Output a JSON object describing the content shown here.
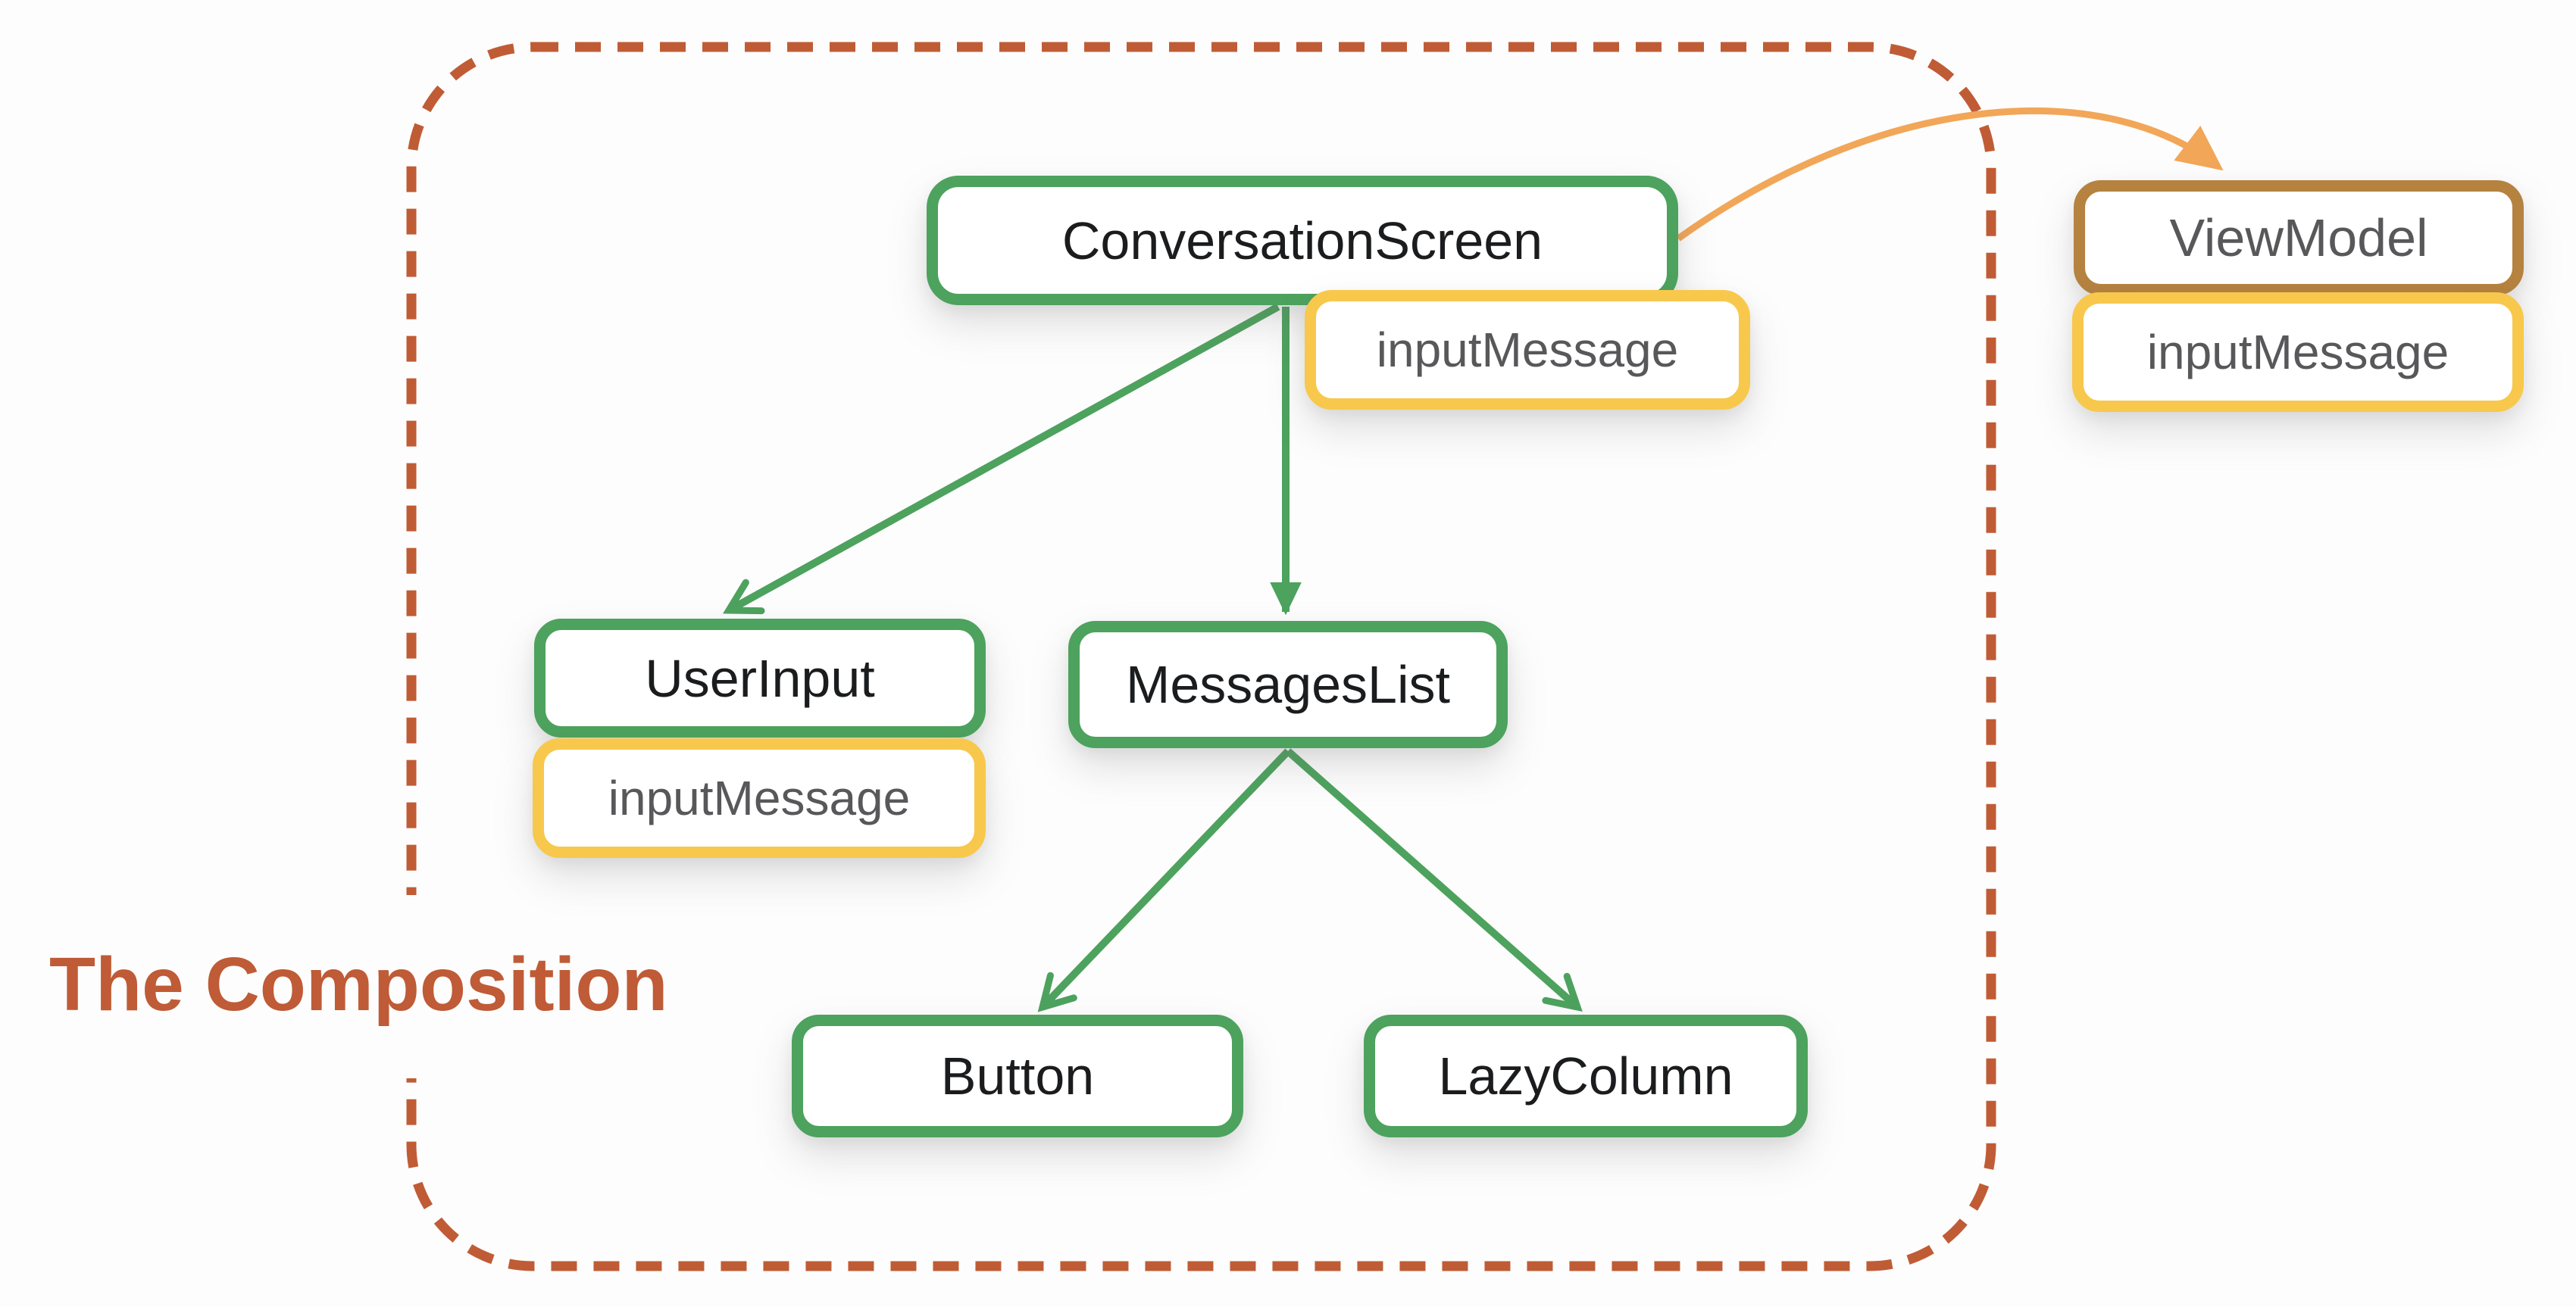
{
  "title": {
    "label": "The Composition"
  },
  "nodes": {
    "conversation_screen": {
      "label": "ConversationScreen",
      "border_color": "#4DA25E",
      "text_color": "#1B1C1E"
    },
    "input_message_screen": {
      "label": "inputMessage",
      "border_color": "#F8C84C",
      "text_color": "#58585A"
    },
    "user_input": {
      "label": "UserInput",
      "border_color": "#4DA25E",
      "text_color": "#1B1C1E"
    },
    "input_message_user": {
      "label": "inputMessage",
      "border_color": "#F8C84C",
      "text_color": "#58585A"
    },
    "messages_list": {
      "label": "MessagesList",
      "border_color": "#4DA25E",
      "text_color": "#1B1C1E"
    },
    "button": {
      "label": "Button",
      "border_color": "#4DA25E",
      "text_color": "#1B1C1E"
    },
    "lazy_column": {
      "label": "LazyColumn",
      "border_color": "#4DA25E",
      "text_color": "#1B1C1E"
    },
    "view_model": {
      "label": "ViewModel",
      "border_color": "#B5823F",
      "text_color": "#58585A"
    },
    "input_message_viewmodel": {
      "label": "inputMessage",
      "border_color": "#F8C84C",
      "text_color": "#58585A"
    }
  },
  "edges": [
    {
      "from": "ConversationScreen",
      "to": "UserInput",
      "style": "straight",
      "head": "open-chevron",
      "color": "#4DA25E"
    },
    {
      "from": "ConversationScreen",
      "to": "MessagesList",
      "style": "straight",
      "head": "filled-triangle",
      "color": "#4DA25E"
    },
    {
      "from": "MessagesList",
      "to": "Button",
      "style": "straight",
      "head": "open-chevron",
      "color": "#4DA25E"
    },
    {
      "from": "MessagesList",
      "to": "LazyColumn",
      "style": "straight",
      "head": "open-chevron",
      "color": "#4DA25E"
    },
    {
      "from": "ConversationScreen",
      "to": "ViewModel",
      "style": "curved",
      "head": "filled-triangle",
      "color": "#F2A658"
    }
  ],
  "colors": {
    "green": "#4DA25E",
    "yellow": "#F8C84C",
    "brown": "#B5823F",
    "orange": "#F2A658",
    "rust": "#C05C35",
    "title": "#BF5B36",
    "ink": "#1B1C1E",
    "gray": "#58585A",
    "bg": "#FDFDFD"
  }
}
